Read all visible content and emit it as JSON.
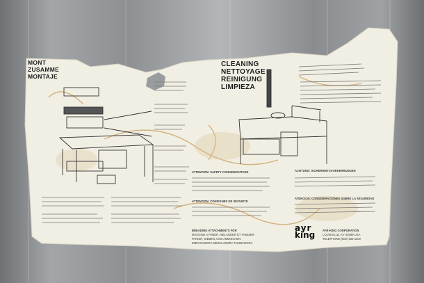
{
  "montage": {
    "headings": [
      "MONT",
      "ZUSAMME",
      "MONTAJE"
    ]
  },
  "cleaning": {
    "headings": [
      "CLEANING",
      "NETTOYAGE",
      "REINIGUNG",
      "LIMPIEZA"
    ]
  },
  "warnings": {
    "attention_safety": "ATTENTION: SAFETY CONSIDERATIONS",
    "achtung": "ACHTUNG: SICHERHEITSVORKEHRUNGEN",
    "attention_consignes": "ATTENTION: CONSIGNES DE SECURITE",
    "atencion": "ATENCION: CONSIDERACIONES SOBRE LA SEGURIDAD"
  },
  "manufacturer": {
    "logo_text": "AYR KING",
    "name": "AYR-KING CORPORATION",
    "city": "LOUISVILLE, KY 40299 USA",
    "telephone": "TELEPHONE (502) 266-1100"
  },
  "footer": {
    "line1": "BREADING ATTACHMENTS FOR",
    "line2": "MACHINE A PANER, MELANGER ET TAMISER",
    "line3": "PANIER, SIEBEN, UND ABMISCHEN",
    "line4": "EMPANADORA MEZCLADORA TAMIZADORA"
  },
  "colors": {
    "steel": "#9a9da0",
    "label_paper": "#f1eee3",
    "stain": "#c59a55"
  }
}
